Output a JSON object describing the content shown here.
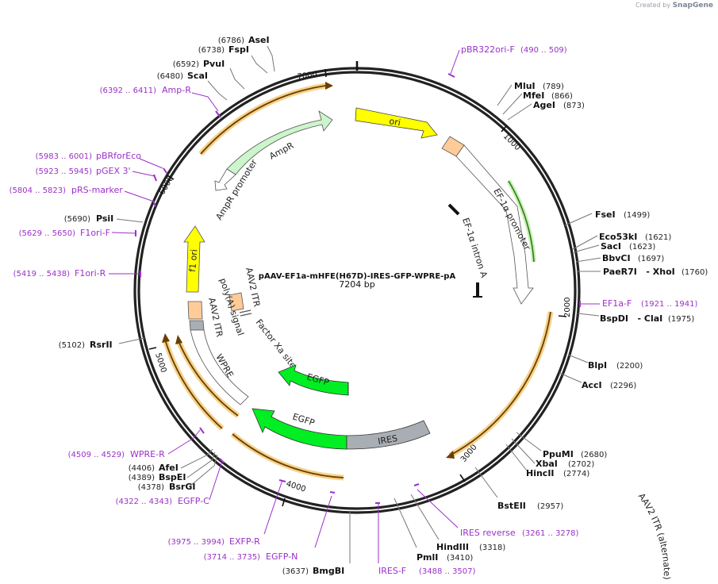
{
  "brand": {
    "created_by": "Created by",
    "app": "SnapGene"
  },
  "plasmid": {
    "name": "pAAV-EF1a-mHFE(H67D)-IRES-GFP-WPRE-pA",
    "length_label": "7204 bp",
    "length": 7204
  },
  "ticks": [
    {
      "label": "1000",
      "pos": 1000
    },
    {
      "label": "2000",
      "pos": 2000
    },
    {
      "label": "3000",
      "pos": 3000
    },
    {
      "label": "4000",
      "pos": 4000
    },
    {
      "label": "5000",
      "pos": 5000
    },
    {
      "label": "6000",
      "pos": 6000
    },
    {
      "label": "7000",
      "pos": 7000
    }
  ],
  "enzymes": [
    {
      "name": "AseI",
      "pos_label": "(6786)",
      "pos": 6786
    },
    {
      "name": "FspI",
      "pos_label": "(6738)",
      "pos": 6738
    },
    {
      "name": "PvuI",
      "pos_label": "(6592)",
      "pos": 6592
    },
    {
      "name": "ScaI",
      "pos_label": "(6480)",
      "pos": 6480
    },
    {
      "name": "MluI",
      "pos_label": "(789)",
      "pos": 789
    },
    {
      "name": "MfeI",
      "pos_label": "(866)",
      "pos": 866
    },
    {
      "name": "AgeI",
      "pos_label": "(873)",
      "pos": 873
    },
    {
      "name": "FseI",
      "pos_label": "(1499)",
      "pos": 1499
    },
    {
      "name": "Eco53kI",
      "pos_label": "(1621)",
      "pos": 1621
    },
    {
      "name": "SacI",
      "pos_label": "(1623)",
      "pos": 1623
    },
    {
      "name": "BbvCI",
      "pos_label": "(1697)",
      "pos": 1697
    },
    {
      "name": "PaeR7I   - XhoI",
      "pos_label": "(1760)",
      "pos": 1760
    },
    {
      "name": "BspDI   - ClaI",
      "pos_label": "(1975)",
      "pos": 1975
    },
    {
      "name": "BlpI",
      "pos_label": "(2200)",
      "pos": 2200
    },
    {
      "name": "AccI",
      "pos_label": "(2296)",
      "pos": 2296
    },
    {
      "name": "PpuMI",
      "pos_label": "(2680)",
      "pos": 2680
    },
    {
      "name": "XbaI",
      "pos_label": "(2702)",
      "pos": 2702
    },
    {
      "name": "HincII",
      "pos_label": "(2774)",
      "pos": 2774
    },
    {
      "name": "BstEII",
      "pos_label": "(2957)",
      "pos": 2957
    },
    {
      "name": "HindIII",
      "pos_label": "(3318)",
      "pos": 3318
    },
    {
      "name": "PmlI",
      "pos_label": "(3410)",
      "pos": 3410
    },
    {
      "name": "BmgBI",
      "pos_label": "(3637)",
      "pos": 3637
    },
    {
      "name": "AfeI",
      "pos_label": "(4406)",
      "pos": 4406
    },
    {
      "name": "BspEI",
      "pos_label": "(4389)",
      "pos": 4389
    },
    {
      "name": "BsrGI",
      "pos_label": "(4378)",
      "pos": 4378
    },
    {
      "name": "RsrII",
      "pos_label": "(5102)",
      "pos": 5102
    },
    {
      "name": "PsiI",
      "pos_label": "(5690)",
      "pos": 5690
    }
  ],
  "primers": [
    {
      "name": "pBR322ori-F",
      "range": "(490 .. 509)",
      "pos": 500
    },
    {
      "name": "EF1a-F",
      "range": "(1921 .. 1941)",
      "pos": 1931
    },
    {
      "name": "IRES reverse",
      "range": "(3261 .. 3278)",
      "pos": 3270
    },
    {
      "name": "IRES-F",
      "range": "(3488 .. 3507)",
      "pos": 3497
    },
    {
      "name": "EGFP-N",
      "range": "(3714 .. 3735)",
      "pos": 3724
    },
    {
      "name": "EXFP-R",
      "range": "(3975 .. 3994)",
      "pos": 3984
    },
    {
      "name": "EGFP-C",
      "range": "(4322 .. 4343)",
      "pos": 4332
    },
    {
      "name": "WPRE-R",
      "range": "(4509 .. 4529)",
      "pos": 4519
    },
    {
      "name": "F1ori-R",
      "range": "(5419 .. 5438)",
      "pos": 5428
    },
    {
      "name": "F1ori-F",
      "range": "(5629 .. 5650)",
      "pos": 5640
    },
    {
      "name": "pRS-marker",
      "range": "(5804 .. 5823)",
      "pos": 5813
    },
    {
      "name": "pGEX 3'",
      "range": "(5923 .. 5945)",
      "pos": 5934
    },
    {
      "name": "pBRforEco",
      "range": "(5983 .. 6001)",
      "pos": 5992
    },
    {
      "name": "Amp-R",
      "range": "(6392 .. 6411)",
      "pos": 6401
    }
  ],
  "features": [
    {
      "name": "ori",
      "color": "#ffff00"
    },
    {
      "name": "AAV2 ITR (alternate)",
      "color": "#ffcc99"
    },
    {
      "name": "EF-1α promoter",
      "color": "#ffffff"
    },
    {
      "name": "EF-1α intron A",
      "color": "#000000"
    },
    {
      "name": "AmpR",
      "color": "#ccf5cc"
    },
    {
      "name": "AmpR promoter",
      "color": "#ffffff"
    },
    {
      "name": "f1 ori",
      "color": "#ffff00"
    },
    {
      "name": "AAV2 ITR",
      "color": "#ffcc99"
    },
    {
      "name": "AAV2 ITR",
      "color": "#ffcc99"
    },
    {
      "name": "poly(A) signal",
      "color": "#ffffff"
    },
    {
      "name": "WPRE",
      "color": "#ffffff"
    },
    {
      "name": "Factor Xa site",
      "color": "#ffffff"
    },
    {
      "name": "EGFP",
      "color": "#00ee22"
    },
    {
      "name": "EGFP",
      "color": "#00ee22"
    },
    {
      "name": "IRES",
      "color": "#a9aeb5"
    }
  ],
  "colors": {
    "backbone": "#222222",
    "primer": "#9b30c8",
    "orf": "#f2b24a"
  }
}
